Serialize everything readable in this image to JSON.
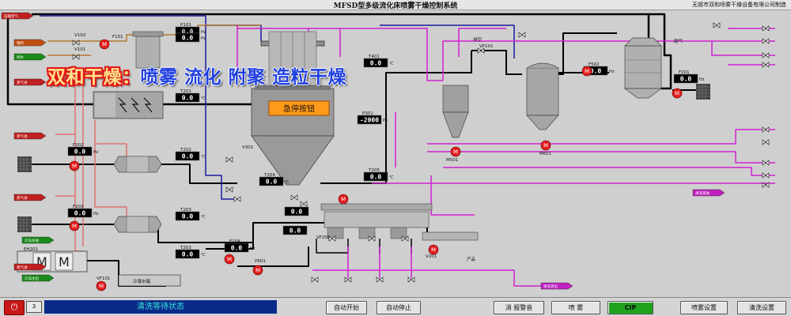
{
  "window": {
    "title": "MFSD型多级流化床喷雾干燥控制系统",
    "company": "无锡市双和喷雾干燥设备有限公司制造"
  },
  "banner": {
    "part1": "双和干燥：",
    "part2": "喷雾 流化 附聚 造粒干燥"
  },
  "emergency_button": "急停按钮",
  "readouts": [
    {
      "tag": "P101",
      "value": "0.0",
      "unit": "Hz"
    },
    {
      "tag": "F102",
      "value": "0.0",
      "unit": "Hz"
    },
    {
      "tag": "T201",
      "value": "0.0",
      "unit": "℃"
    },
    {
      "tag": "F202",
      "value": "0.0",
      "unit": "Hz"
    },
    {
      "tag": "T202",
      "value": "0.0",
      "unit": "℃"
    },
    {
      "tag": "F203",
      "value": "0.0",
      "unit": "Hz"
    },
    {
      "tag": "T203",
      "value": "0.0",
      "unit": "℃"
    },
    {
      "tag": "T203",
      "value": "0.0",
      "unit": "℃"
    },
    {
      "tag": "F204",
      "value": "0.0",
      "unit": "Hz"
    },
    {
      "tag": "T204",
      "value": "0.0",
      "unit": "℃"
    },
    {
      "tag": "T401",
      "value": "0.0",
      "unit": "℃"
    },
    {
      "tag": "P301",
      "value": "-2000",
      "unit": "Pa"
    },
    {
      "tag": "T205",
      "value": "0.0",
      "unit": "℃"
    },
    {
      "tag": "F502",
      "value": "0.0",
      "unit": "Hz"
    },
    {
      "tag": "F201",
      "value": "0.0",
      "unit": "Hz"
    },
    {
      "tag": "",
      "value": "0.0",
      "unit": ""
    },
    {
      "tag": "",
      "value": "0.0",
      "unit": ""
    }
  ],
  "pipe_tags": [
    {
      "text": "压缩空气",
      "color": "#c02020"
    },
    {
      "text": "物料",
      "color": "#c05010"
    },
    {
      "text": "纯水",
      "color": "#1a8a1a"
    },
    {
      "text": "蒸气进",
      "color": "#c02020"
    },
    {
      "text": "蒸气进",
      "color": "#c02020"
    },
    {
      "text": "蒸气进",
      "color": "#c02020"
    },
    {
      "text": "蒸气进",
      "color": "#c02020"
    },
    {
      "text": "冷冻水进",
      "color": "#1a8a1a"
    },
    {
      "text": "冷冻水出",
      "color": "#1a8a1a"
    },
    {
      "text": "清洗液进",
      "color": "#c020c0"
    },
    {
      "text": "清洗液出",
      "color": "#c020c0"
    }
  ],
  "equipment_labels": {
    "exhaust_air": "排空",
    "tail_gas": "尾气",
    "cold_water_tank": "冷凝水箱",
    "product": "产品",
    "eh201": "EH201",
    "v102": "V102",
    "v101": "V101",
    "f101": "F101",
    "m501": "M501",
    "m601": "M601",
    "vf201": "VF201",
    "v201": "V201",
    "v301": "V301",
    "vp101": "VP101",
    "p601": "P601",
    "vf101": "VF101"
  },
  "bottom": {
    "power_icon": "power-icon",
    "page_number": "3",
    "status": "清洗等待状态",
    "auto_start": "自动开始",
    "auto_stop": "自动停止",
    "silence": "消 报警音",
    "spray": "喷 雾",
    "cip": "CIP",
    "spray_settings": "喷雾设置",
    "wash_settings": "清洗设置"
  },
  "colors": {
    "background": "#cfcfcf",
    "pipe_air": "#1a1aa0",
    "pipe_material": "#b07830",
    "pipe_steam": "#e07070",
    "pipe_clean": "#d020d0",
    "pipe_main": "#000000",
    "motor_red": "#e41b1b",
    "readout_bg": "#000000",
    "status_bg": "#0a2a8a",
    "status_text": "#37e3d6"
  }
}
